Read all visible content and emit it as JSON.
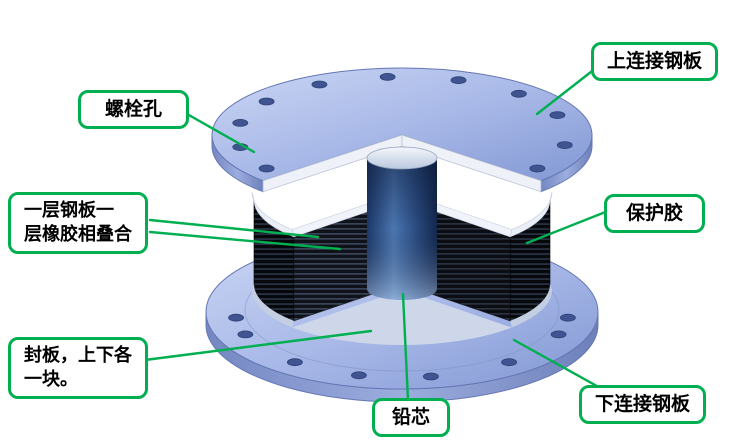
{
  "diagram": {
    "annotations": {
      "upper_plate": "上连接钢板",
      "bolt_hole": "螺栓孔",
      "laminate_line1": "一层钢板一",
      "laminate_line2": "层橡胶相叠合",
      "protective_rubber": "保护胶",
      "seal_line1": "封板，上下各",
      "seal_line2": "一块。",
      "lead_core": "铅芯",
      "lower_plate": "下连接钢板"
    },
    "colors": {
      "annotation_border": "#00AF50",
      "leader_line": "#00AF50",
      "annotation_text": "#000000",
      "plate_blue_light": "#C9D4F3",
      "plate_blue": "#A9B9E8",
      "plate_blue_dark": "#7487C2",
      "rubber_black": "#07080C",
      "steel_shim_line": "#3C4B63",
      "lead_core_blue": "#4F7CB8",
      "seal_white": "#F0F4FA",
      "background": "#FFFFFF"
    }
  }
}
